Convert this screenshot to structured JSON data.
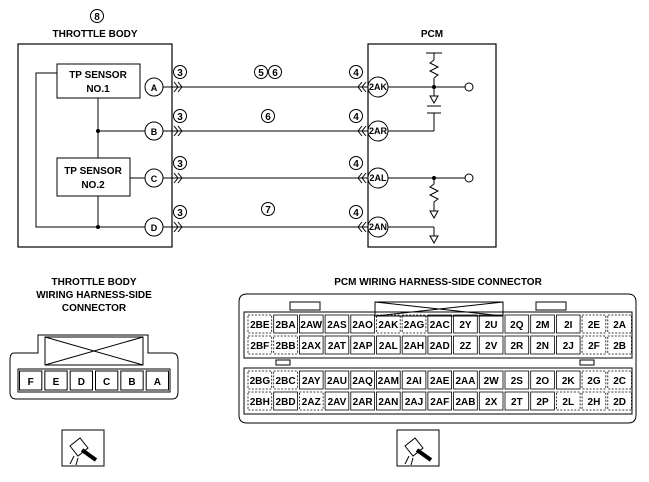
{
  "throttle_body": {
    "ref": "8",
    "title": "THROTTLE BODY",
    "sensor1": [
      "TP SENSOR",
      "NO.1"
    ],
    "sensor2": [
      "TP SENSOR",
      "NO.2"
    ],
    "pins": [
      "A",
      "B",
      "C",
      "D"
    ],
    "pin_ref": "3"
  },
  "pcm": {
    "title": "PCM",
    "pins": [
      "2AK",
      "2AR",
      "2AL",
      "2AN"
    ],
    "pin_ref": "4"
  },
  "wire_refs": [
    "56",
    "6",
    "",
    "7"
  ],
  "tb_connector": {
    "caption": [
      "THROTTLE BODY",
      "WIRING HARNESS-SIDE",
      "CONNECTOR"
    ],
    "pins": [
      "F",
      "E",
      "D",
      "C",
      "B",
      "A"
    ]
  },
  "pcm_connector": {
    "caption": "PCM WIRING HARNESS-SIDE CONNECTOR",
    "rows": [
      [
        "2BE",
        "2BA",
        "2AW",
        "2AS",
        "2AO",
        "2AK",
        "2AG",
        "2AC",
        "2Y",
        "2U",
        "2Q",
        "2M",
        "2I",
        "2E",
        "2A"
      ],
      [
        "2BF",
        "2BB",
        "2AX",
        "2AT",
        "2AP",
        "2AL",
        "2AH",
        "2AD",
        "2Z",
        "2V",
        "2R",
        "2N",
        "2J",
        "2F",
        "2B"
      ],
      [
        "2BG",
        "2BC",
        "2AY",
        "2AU",
        "2AQ",
        "2AM",
        "2AI",
        "2AE",
        "2AA",
        "2W",
        "2S",
        "2O",
        "2K",
        "2G",
        "2C"
      ],
      [
        "2BH",
        "2BD",
        "2AZ",
        "2AV",
        "2AR",
        "2AN",
        "2AJ",
        "2AF",
        "2AB",
        "2X",
        "2T",
        "2P",
        "2L",
        "2H",
        "2D"
      ]
    ]
  }
}
